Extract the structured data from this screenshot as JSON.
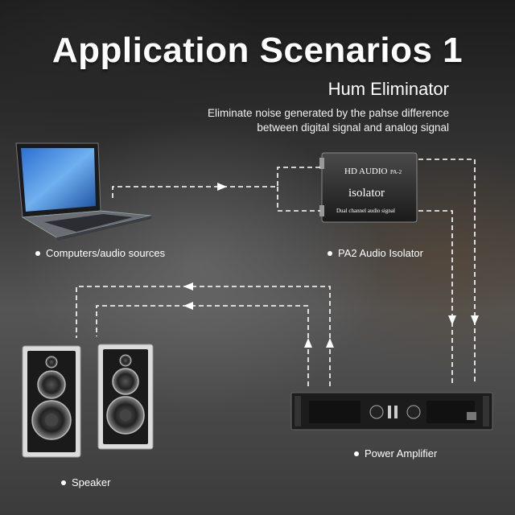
{
  "header": {
    "title": "Application Scenarios 1",
    "subtitle": "Hum Eliminator",
    "description_line1": "Eliminate noise generated by the pahse difference",
    "description_line2": "between digital signal and analog signal"
  },
  "device": {
    "brand": "HD AUDIO",
    "model": "PA-2",
    "name": "isolator",
    "caption": "Dual channel audio signal"
  },
  "labels": {
    "computer": "Computers/audio sources",
    "isolator": "PA2 Audio Isolator",
    "amplifier": "Power Amplifier",
    "speaker": "Speaker"
  },
  "colors": {
    "text": "#ffffff",
    "line": "#ffffff",
    "background": "#2a2a2a"
  }
}
